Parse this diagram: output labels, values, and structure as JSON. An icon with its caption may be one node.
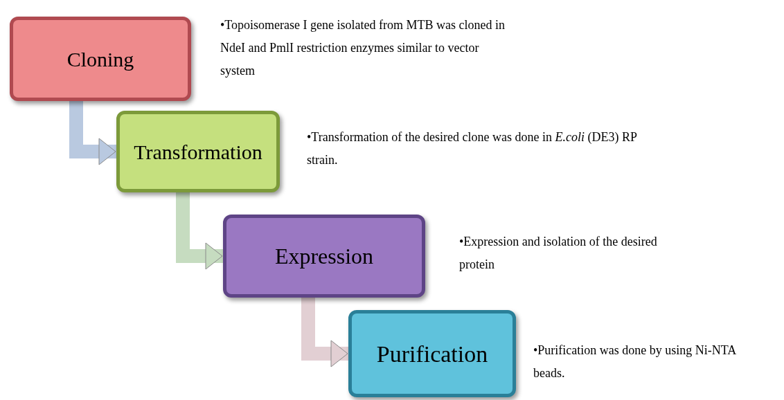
{
  "diagram": {
    "nodes": [
      {
        "text": [
          "Cloning"
        ],
        "beside": [
          "•Topoisomerase I gene isolated from MTB was cloned in NdeI and PmlI restriction enzymes similar to vector system"
        ]
      },
      {
        "text": [
          "Transformation"
        ],
        "beside": [
          "•Transformation of the desired clone was done in *E.coli* (DE3) RP strain."
        ]
      },
      {
        "text": [
          "Expression"
        ],
        "beside": [
          "•Expression and isolation of the desired protein"
        ]
      },
      {
        "text": [
          "Purification"
        ],
        "beside": [
          "•Purification was done by using Ni-NTA beads."
        ]
      }
    ],
    "edges": [
      {
        "from": 0,
        "to": 1,
        "arrow": "to",
        "color": "#b9c9e0"
      },
      {
        "from": 1,
        "to": 2,
        "arrow": "to",
        "color": "#c6dcc0"
      },
      {
        "from": 2,
        "to": 3,
        "arrow": "to",
        "color": "#e2cfd3"
      }
    ]
  }
}
